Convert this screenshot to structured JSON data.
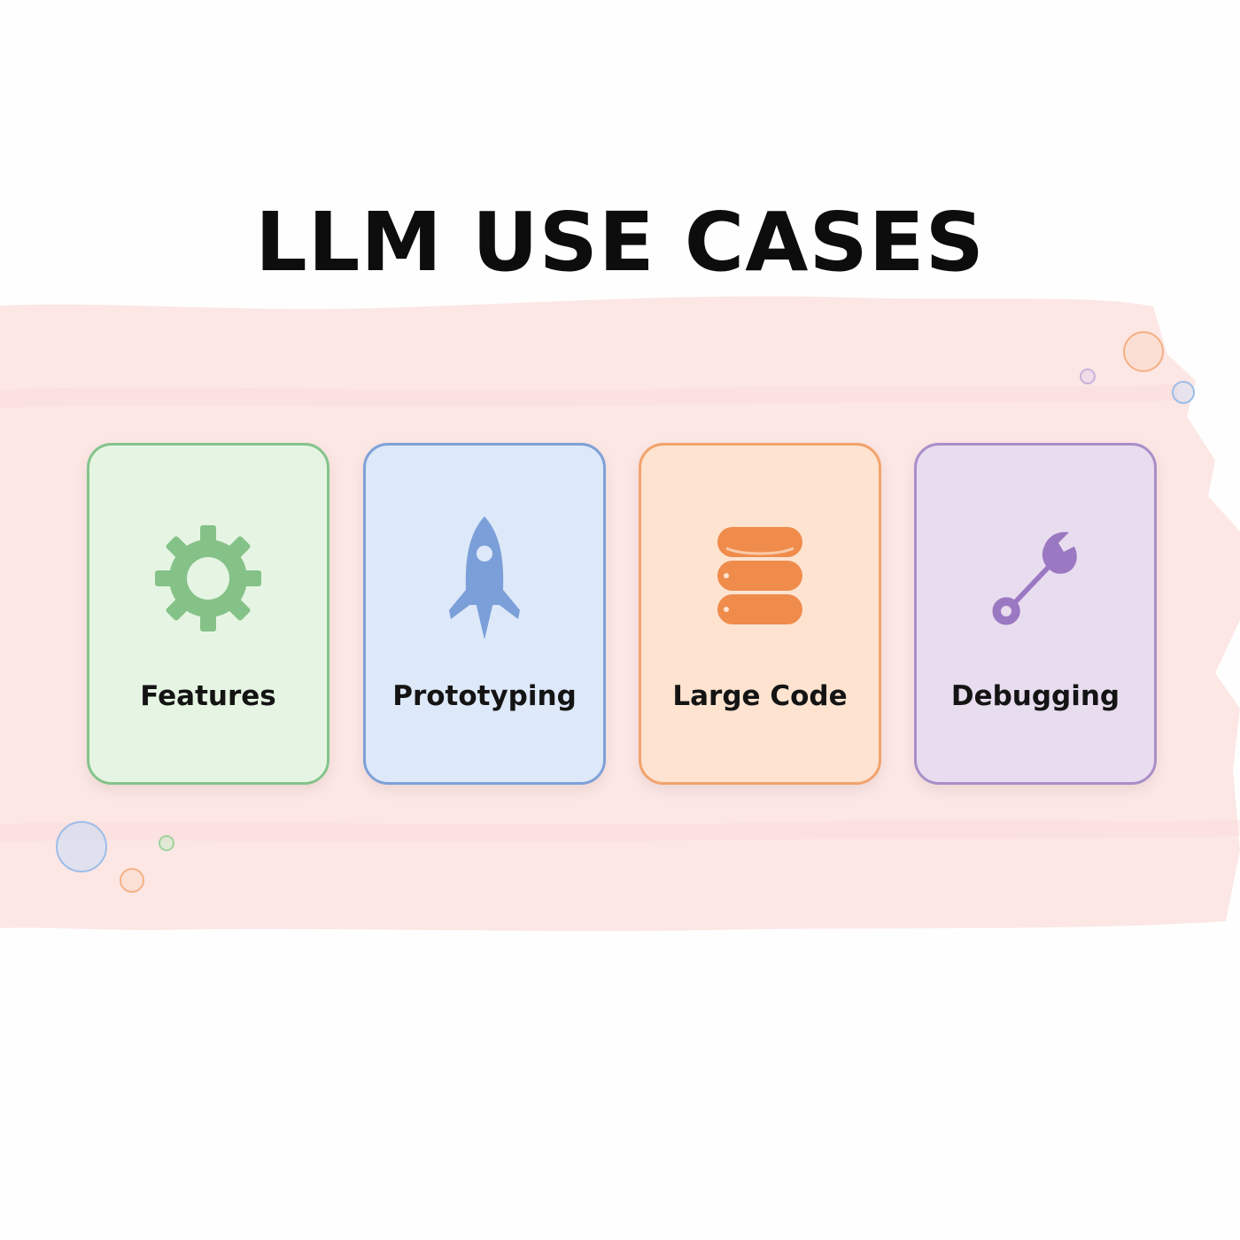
{
  "title": "LLM USE CASES",
  "cards": [
    {
      "label": "Features",
      "icon": "gear-icon",
      "bg": "#e6f5e3",
      "border": "#84c38a",
      "icon_color": "#85c288"
    },
    {
      "label": "Prototyping",
      "icon": "rocket-icon",
      "bg": "#dde8f9",
      "border": "#7ea1d7",
      "icon_color": "#7b9fd8"
    },
    {
      "label": "Large Code",
      "icon": "database-icon",
      "bg": "#fde3d0",
      "border": "#f1a36c",
      "icon_color": "#ef8c4c"
    },
    {
      "label": "Debugging",
      "icon": "wrench-icon",
      "bg": "#e8dcef",
      "border": "#aa8ec8",
      "icon_color": "#9b78c2"
    }
  ],
  "colors": {
    "wash": "#fbe3e0",
    "text": "#0d0d0d",
    "bubble_orange": "#f4b184",
    "bubble_blue": "#9dbde8",
    "bubble_purple": "#c6b2dc",
    "bubble_green": "#9fd39c"
  }
}
